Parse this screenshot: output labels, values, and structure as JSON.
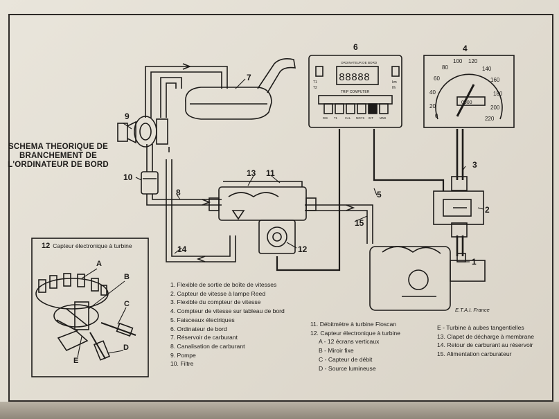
{
  "title": "SCHEMA THEORIQUE DE BRANCHEMENT DE L'ORDINATEUR DE BORD",
  "callouts": {
    "n1": "1",
    "n2": "2",
    "n3": "3",
    "n4": "4",
    "n5": "5",
    "n6": "6",
    "n7": "7",
    "n8": "8",
    "n9": "9",
    "n10": "10",
    "n11": "11",
    "n12": "12",
    "n13": "13",
    "n14": "14",
    "n15": "15"
  },
  "inset": {
    "number": "12",
    "title": "Capteur électronique à turbine",
    "labels": {
      "A": "A",
      "B": "B",
      "C": "C",
      "D": "D",
      "E": "E"
    }
  },
  "computer_panel": {
    "header": "ORDINATEUR DE BORD",
    "digits": "88888",
    "left_labels": [
      "T1",
      "T2"
    ],
    "right_labels": [
      "km",
      "l/h"
    ],
    "mode_line": "TRIP   COMPUTER",
    "button_labels": [
      "DIS",
      "T1",
      "CAL",
      "MOYS",
      "INT",
      "MNS"
    ]
  },
  "speedometer": {
    "ticks": [
      "0",
      "20",
      "40",
      "60",
      "80",
      "100",
      "120",
      "140",
      "160",
      "180",
      "200",
      "220"
    ],
    "odometer": "0000"
  },
  "legend_col1": [
    "1. Flexible de sortie de boîte de vitesses",
    "2. Capteur de vitesse à lampe Reed",
    "3. Flexible du compteur de vitesse",
    "4. Compteur de vitesse sur tableau de bord",
    "5. Faisceaux électriques",
    "6. Ordinateur de bord",
    "7. Réservoir de carburant",
    "8. Canalisation de carburant",
    "9. Pompe",
    "10. Filtre"
  ],
  "legend_col2": [
    "11. Débitmètre à turbine Floscan",
    "12. Capteur électronique à turbine",
    "A - 12 écrans verticaux",
    "B - Miroir fixe",
    "C - Capteur de débit",
    "D - Source lumineuse"
  ],
  "legend_col3": [
    "E - Turbine à aubes tangentielles",
    "13. Clapet de décharge à membrane",
    "14. Retour de carburant au réservoir",
    "15. Alimentation carburateur"
  ],
  "credit": "E.T.A.I. France"
}
